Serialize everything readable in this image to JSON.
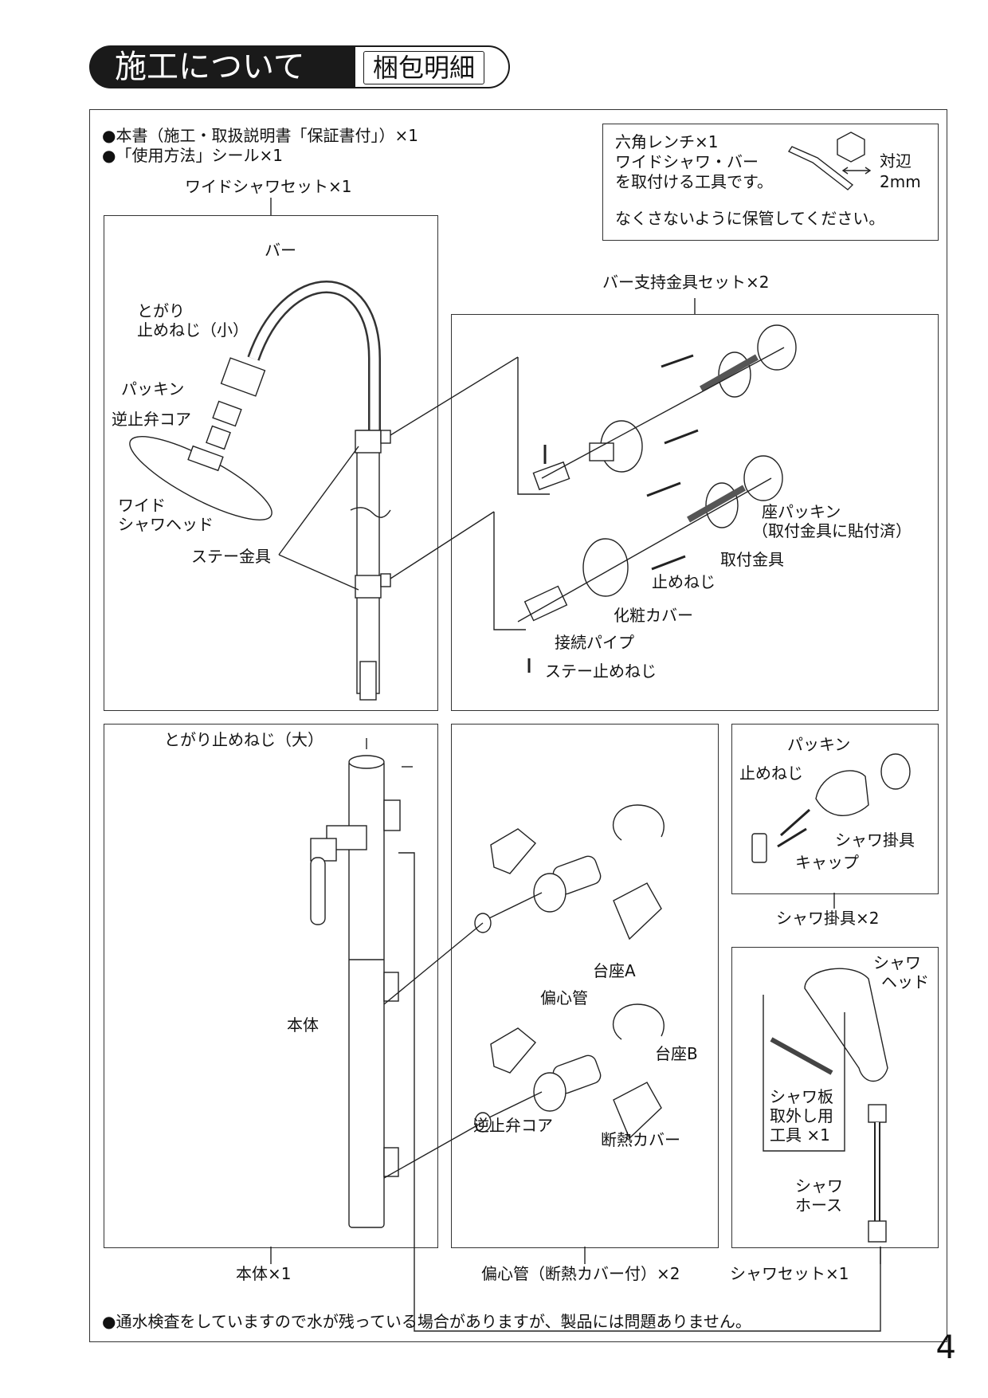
{
  "header": {
    "title": "施工について",
    "subtitle": "梱包明細"
  },
  "top_notes": [
    "●本書（施工・取扱説明書「保証書付」）×1",
    "●「使用方法」シール×1"
  ],
  "wrench_box": {
    "line1": "六角レンチ×1",
    "line2": "ワイドシャワ・バー",
    "line3": "を取付ける工具です。",
    "line4": "なくさないように保管してください。",
    "size_label": "対辺",
    "size_value": "2mm"
  },
  "wide_shower_set": {
    "caption": "ワイドシャワセット×1",
    "labels": {
      "bar": "バー",
      "pointed_screw_small_1": "とがり",
      "pointed_screw_small_2": "止めねじ（小）",
      "packing": "パッキン",
      "check_valve_core": "逆止弁コア",
      "wide_head_1": "ワイド",
      "wide_head_2": "シャワヘッド",
      "stay_fitting": "ステー金具"
    }
  },
  "bar_support_set": {
    "caption": "バー支持金具セット×2",
    "labels": {
      "seat_packing_1": "座パッキン",
      "seat_packing_2": "（取付金具に貼付済）",
      "mount_fitting": "取付金具",
      "fixing_screw": "止めねじ",
      "decor_cover": "化粧カバー",
      "connect_pipe": "接続パイプ",
      "stay_screw": "ステー止めねじ"
    }
  },
  "main_body": {
    "caption": "本体×1",
    "labels": {
      "pointed_screw_large": "とがり止めねじ（大）",
      "body": "本体"
    }
  },
  "eccentric": {
    "caption": "偏心管（断熱カバー付）×2",
    "labels": {
      "base_a": "台座A",
      "eccentric_pipe": "偏心管",
      "base_b": "台座B",
      "check_valve_core": "逆止弁コア",
      "insulation_cover": "断熱カバー"
    }
  },
  "shower_hook": {
    "caption": "シャワ掛具×2",
    "labels": {
      "packing": "パッキン",
      "screw": "止めねじ",
      "hook": "シャワ掛具",
      "cap": "キャップ"
    }
  },
  "shower_set": {
    "caption": "シャワセット×1",
    "labels": {
      "head_1": "シャワ",
      "head_2": "ヘッド",
      "tool_1": "シャワ板",
      "tool_2": "取外し用",
      "tool_3": "工具 ×1",
      "hose_1": "シャワ",
      "hose_2": "ホース"
    }
  },
  "bottom_note": "●通水検査をしていますので水が残っている場合がありますが、製品には問題ありません。",
  "page_number": "4"
}
